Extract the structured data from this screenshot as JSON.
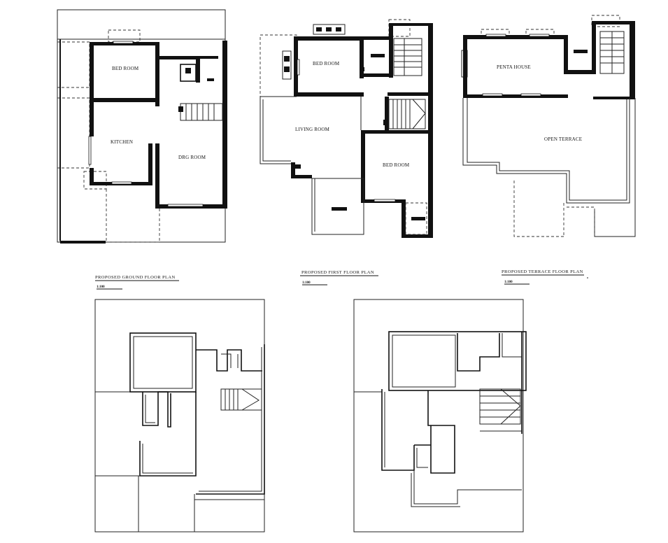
{
  "ground_floor": {
    "title": "PROPOSED GROUND FLOOR PLAN",
    "scale": "1:100",
    "rooms": [
      "BED ROOM",
      "KITCHEN",
      "DRG ROOM"
    ]
  },
  "first_floor": {
    "title": "PROPOSED FIRST FLOOR PLAN",
    "scale": "1:100",
    "rooms": [
      "BED ROOM",
      "LIVING ROOM",
      "BED ROOM"
    ]
  },
  "terrace_floor": {
    "title": "PROPOSED TERRACE FLOOR PLAN",
    "scale": "1:100",
    "rooms": [
      "PENTA HOUSE",
      "OPEN TERRACE"
    ]
  }
}
